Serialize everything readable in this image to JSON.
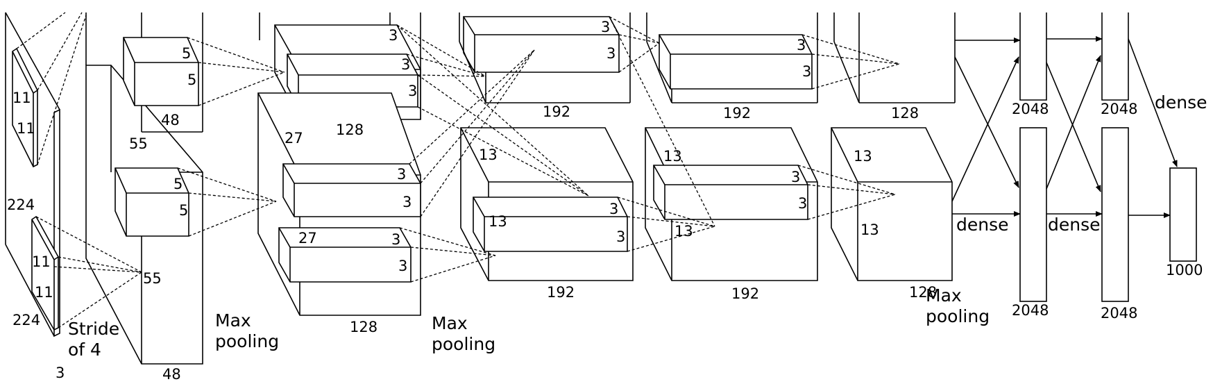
{
  "labels": {
    "input_kernel_h": "11",
    "input_kernel_w": "11",
    "input_height": "224",
    "input_width": "224",
    "input_kernel2_h": "11",
    "input_kernel2_w": "11",
    "input_depth": "3",
    "stride": "Stride\nof 4",
    "c1_size": "55",
    "c1_size2": "55",
    "c1_depth": "48",
    "c1_k_top_a": "5",
    "c1_k_top_b": "5",
    "c1_k_top_depth": "48",
    "c1_k_bot_a": "5",
    "c1_k_bot_b": "5",
    "pool1": "Max\npooling",
    "c2_size": "27",
    "c2_size2": "27",
    "c2_depth_top": "128",
    "c2_depth_bot": "128",
    "c2_k1_a": "3",
    "c2_k1_b": "3",
    "c2_k1_c": "3",
    "c2_k2_a": "3",
    "c2_k2_b": "3",
    "c2_k3_a": "3",
    "c2_k3_b": "3",
    "pool2": "Max\npooling",
    "c3_k_top_a": "3",
    "c3_k_top_b": "3",
    "c3_depth_top": "192",
    "c3_size": "13",
    "c3_k_bot_size": "13",
    "c3_k_bot_a": "3",
    "c3_k_bot_b": "3",
    "c3_depth_bot": "192",
    "c4_k_top_a": "3",
    "c4_k_top_b": "3",
    "c4_depth_top": "192",
    "c4_size": "13",
    "c4_k_bot_a": "3",
    "c4_k_bot_b": "3",
    "c4_size2": "13",
    "c4_depth_bot": "192",
    "c5_depth_top": "128",
    "c5_size": "13",
    "c5_size2": "13",
    "c5_depth_bot": "128",
    "pool3": "Max\npooling",
    "fc1_top": "2048",
    "fc1_bot": "2048",
    "fc2_top": "2048",
    "fc2_bot": "2048",
    "out": "1000",
    "dense1": "dense",
    "dense2": "dense",
    "dense3": "dense"
  }
}
